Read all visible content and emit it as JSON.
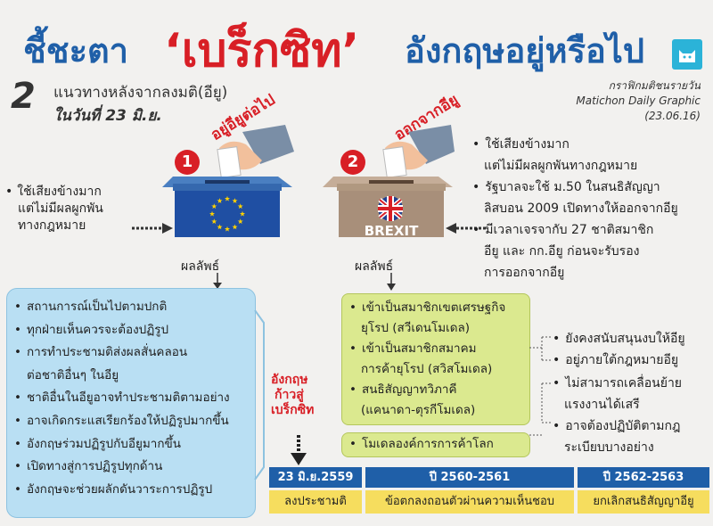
{
  "title": {
    "part1": "ชี้ชะตา",
    "part2": "‘เบร็กซิท’",
    "part3": "อังกฤษอยู่หรือไป"
  },
  "subtitle": {
    "number": "2",
    "line1": "แนวทางหลังจากลงมติ(อียู)",
    "line2": "ในวันที่ 23 มิ.ย."
  },
  "credit": {
    "line1": "กราฟิกมติชนรายวัน",
    "line2": "Matichon Daily Graphic",
    "line3": "(23.06.16)"
  },
  "option1": {
    "badge": "1",
    "stamp": "อยู่อียูต่อไป",
    "side_note": [
      "ใช้เสียงข้างมาก",
      "แต่ไม่มีผลผูกพัน",
      "ทางกฎหมาย"
    ],
    "result_label": "ผลลัพธ์",
    "results": [
      [
        "สถานการณ์เป็นไปตามปกติ"
      ],
      [
        "ทุกฝ่ายเห็นควรจะต้องปฏิรูป"
      ],
      [
        "การทำประชามติส่งผลสั่นคลอน",
        "ต่อชาติอื่นๆ ในอียู"
      ],
      [
        "ชาติอื่นในอียูอาจทำประชามติตามอย่าง"
      ],
      [
        "อาจเกิดกระแสเรียกร้องให้ปฏิรูปมากขึ้น"
      ],
      [
        "อังกฤษร่วมปฏิรูปกับอียูมากขึ้น"
      ],
      [
        "เปิดทางสู่การปฏิรูปทุกด้าน"
      ],
      [
        "อังกฤษจะช่วยผลักดันวาระการปฏิรูป"
      ]
    ]
  },
  "option2": {
    "badge": "2",
    "stamp": "ออกจากอียู",
    "box_label": "BREXIT",
    "side_notes": [
      [
        "ใช้เสียงข้างมาก",
        "แต่ไม่มีผลผูกพันทางกฎหมาย"
      ],
      [
        "รัฐบาลจะใช้ ม.50 ในสนธิสัญญา",
        "ลิสบอน 2009 เปิดทางให้ออกจากอียู"
      ],
      [
        "มีเวลาเจรจากับ 27 ชาติสมาชิก",
        "อียู และ กก.อียู ก่อนจะรับรอง",
        "การออกจากอียู"
      ]
    ],
    "result_label": "ผลลัพธ์",
    "models": [
      [
        "เข้าเป็นสมาชิกเขตเศรษฐกิจ",
        "ยุโรป (สวีเดนโมเดล)"
      ],
      [
        "เข้าเป็นสมาชิกสมาคม",
        "การค้ายุโรป (สวิสโมเดล)"
      ],
      [
        "สนธิสัญญาทวิภาคี",
        "(แคนาดา-ตุรกีโมเดล)"
      ]
    ],
    "wto_model": "โมเดลองค์การการค้าโลก",
    "consequences_a": [
      "ยังคงสนับสนุนงบให้อียู",
      "อยู่ภายใต้กฎหมายอียู"
    ],
    "consequences_b": [
      [
        "ไม่สามารถเคลื่อนย้าย",
        "แรงงานได้เสรี"
      ],
      [
        "อาจต้องปฏิบัติตามกฎ",
        "ระเบียบบางอย่าง"
      ]
    ]
  },
  "path_label": [
    "อังกฤษ",
    "ก้าวสู่",
    "เบร็กซิท"
  ],
  "timeline": [
    {
      "period": "23 มิ.ย.2559",
      "event": "ลงประชามติ"
    },
    {
      "period": "ปี 2560-2561",
      "event": "ข้อตกลงถอนตัวผ่านความเห็นชอบ"
    },
    {
      "period": "ปี 2562-2563",
      "event": "ยกเลิกสนธิสัญญาอียู"
    }
  ],
  "colors": {
    "blue": "#1f5fa8",
    "red": "#d81f26",
    "eu_blue": "#1f4fa3",
    "eu_star": "#ffd200",
    "ballot_brown": "#a88f7a"
  }
}
